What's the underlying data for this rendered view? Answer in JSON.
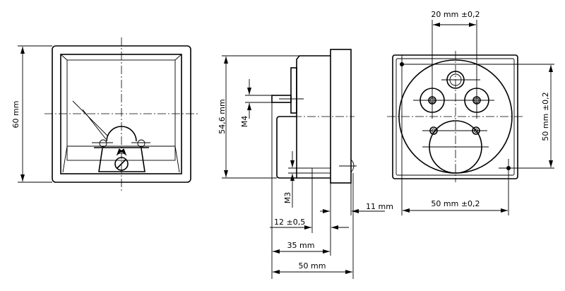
{
  "drawing": {
    "front_view": {
      "height_label": "60 mm"
    },
    "side_view": {
      "height_label": "54,6 mm",
      "thread_top": "M4",
      "thread_bottom": "M3",
      "flange_depth": "11 mm",
      "terminal_length": "12 ±0,5",
      "body_depth": "35 mm",
      "total_depth": "50 mm"
    },
    "rear_view": {
      "terminal_spacing": "20 mm ±0,2",
      "hole_spacing_vertical": "50 mm ±0,2",
      "hole_spacing_horizontal": "50 mm ±0,2"
    }
  }
}
